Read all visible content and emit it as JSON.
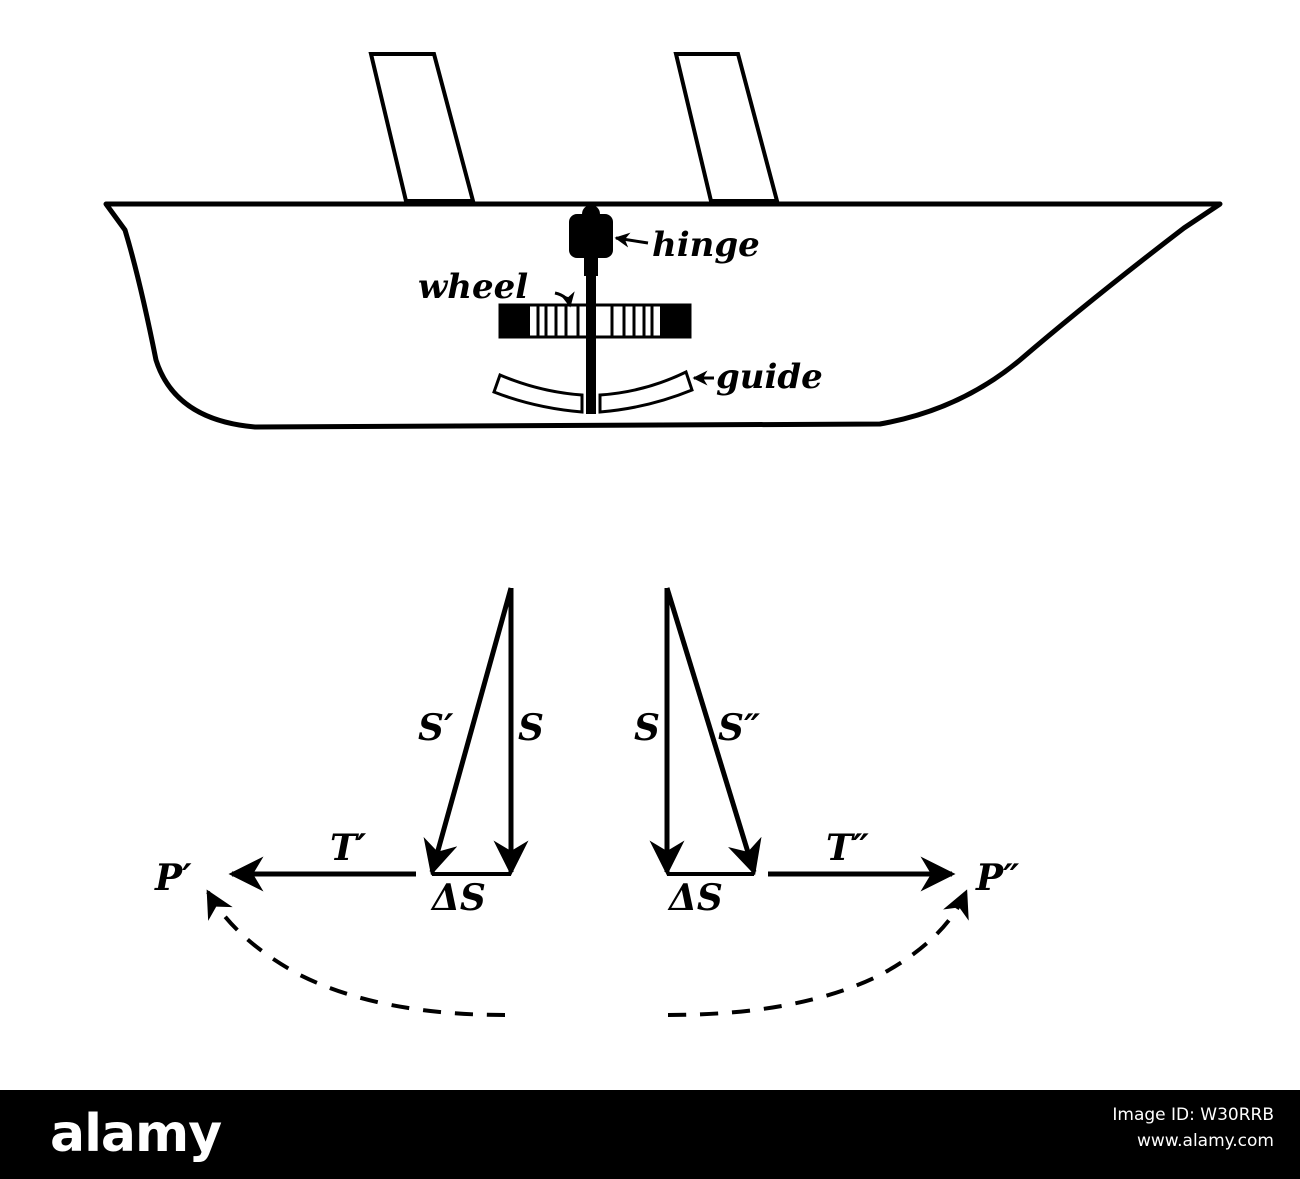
{
  "labels": {
    "hinge": "hinge",
    "wheel": "wheel",
    "guide": "guide",
    "s_prime": "S′",
    "s_left": "S",
    "s_right": "S",
    "s_double": "S″",
    "t_prime": "T′",
    "t_double": "T″",
    "p_prime": "P′",
    "p_double": "P″",
    "delta_s_left": "ΔS",
    "delta_s_right": "ΔS"
  },
  "footer": {
    "brand": "alamy",
    "image_id": "Image ID: W30RRB",
    "url": "www.alamy.com"
  },
  "colors": {
    "ink": "#000000",
    "paper": "#ffffff",
    "footer_bg": "#000000",
    "footer_text": "#ffffff"
  }
}
